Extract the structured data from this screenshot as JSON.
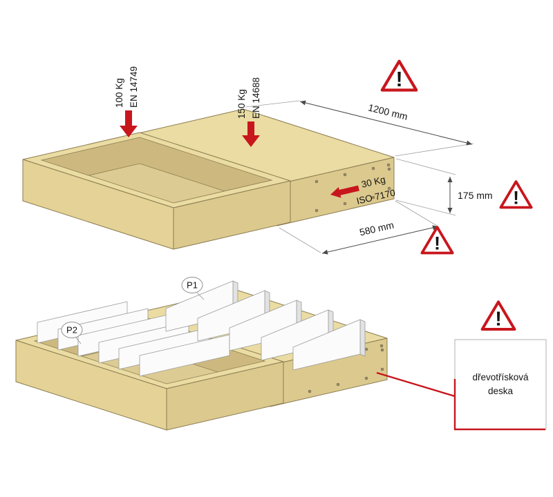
{
  "top_view": {
    "loads": [
      {
        "value": "100 Kg",
        "standard": "EN 14749"
      },
      {
        "value": "150 Kg",
        "standard": "EN 14688"
      },
      {
        "value": "30 Kg",
        "standard": "ISO 7170"
      }
    ],
    "dimensions": {
      "length": "1200 mm",
      "height": "175 mm",
      "depth": "580 mm"
    }
  },
  "bottom_view": {
    "parts": {
      "p1": "P1",
      "p2": "P2"
    },
    "callout": {
      "line1": "dřevotřísková",
      "line2": "deska"
    }
  },
  "warning": {
    "mark": "!"
  },
  "colors": {
    "red": "#C8161D",
    "board_top": "#EADCA2",
    "board_front": "#E4D297",
    "board_side": "#DCC98E",
    "board_wall": "#CDB97F",
    "board_floor": "#DCCB93",
    "white_divider": "#FBFBFB"
  }
}
